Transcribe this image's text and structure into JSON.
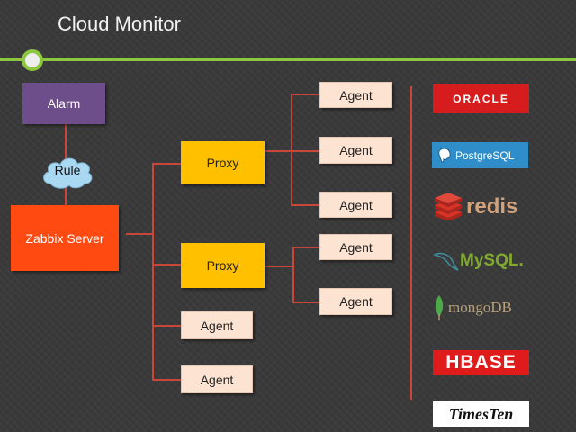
{
  "title": "Cloud Monitor",
  "nodes": {
    "alarm": "Alarm",
    "rule": "Rule",
    "zabbix_server": "Zabbix Server",
    "proxy_1": "Proxy",
    "proxy_2": "Proxy",
    "agents": [
      "Agent",
      "Agent",
      "Agent",
      "Agent",
      "Agent",
      "Agent",
      "Agent"
    ]
  },
  "logos": {
    "oracle": "ORACLE",
    "postgresql": "PostgreSQL",
    "redis": "redis",
    "mysql": "MySQL.",
    "mongodb": "mongoDB",
    "hbase": "HBASE",
    "timesten": "TimesTen"
  },
  "colors": {
    "accent_green": "#8dc63f",
    "alarm": "#6e4e8a",
    "zabbix_server": "#ff4a12",
    "proxy": "#ffc000",
    "agent": "#fde3d2",
    "connector": "#c8463a",
    "cloud": "#a9d8f2"
  }
}
